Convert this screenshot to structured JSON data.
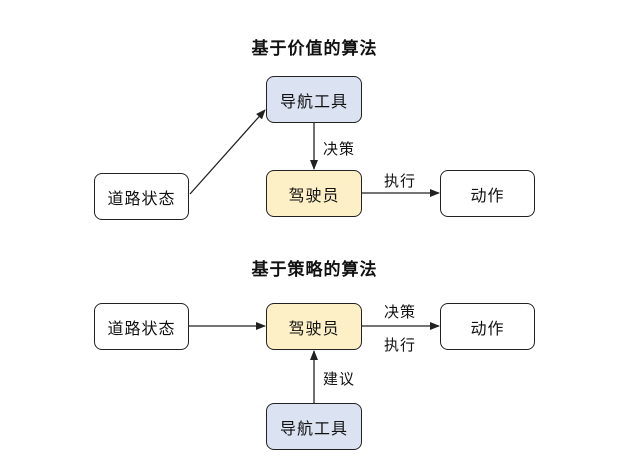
{
  "value_based": {
    "title": "基于价值的算法",
    "nodes": {
      "road_state": "道路状态",
      "nav_tool": "导航工具",
      "driver": "驾驶员",
      "action": "动作"
    },
    "edges": {
      "decide": "决策",
      "execute": "执行"
    }
  },
  "policy_based": {
    "title": "基于策略的算法",
    "nodes": {
      "road_state": "道路状态",
      "driver": "驾驶员",
      "action": "动作",
      "nav_tool": "导航工具"
    },
    "edges": {
      "decide": "决策",
      "execute": "执行",
      "suggest": "建议"
    }
  },
  "colors": {
    "nav_tool_fill": "#dbe3f2",
    "driver_fill": "#fdf0c6",
    "plain_fill": "#ffffff",
    "stroke": "#222222"
  }
}
